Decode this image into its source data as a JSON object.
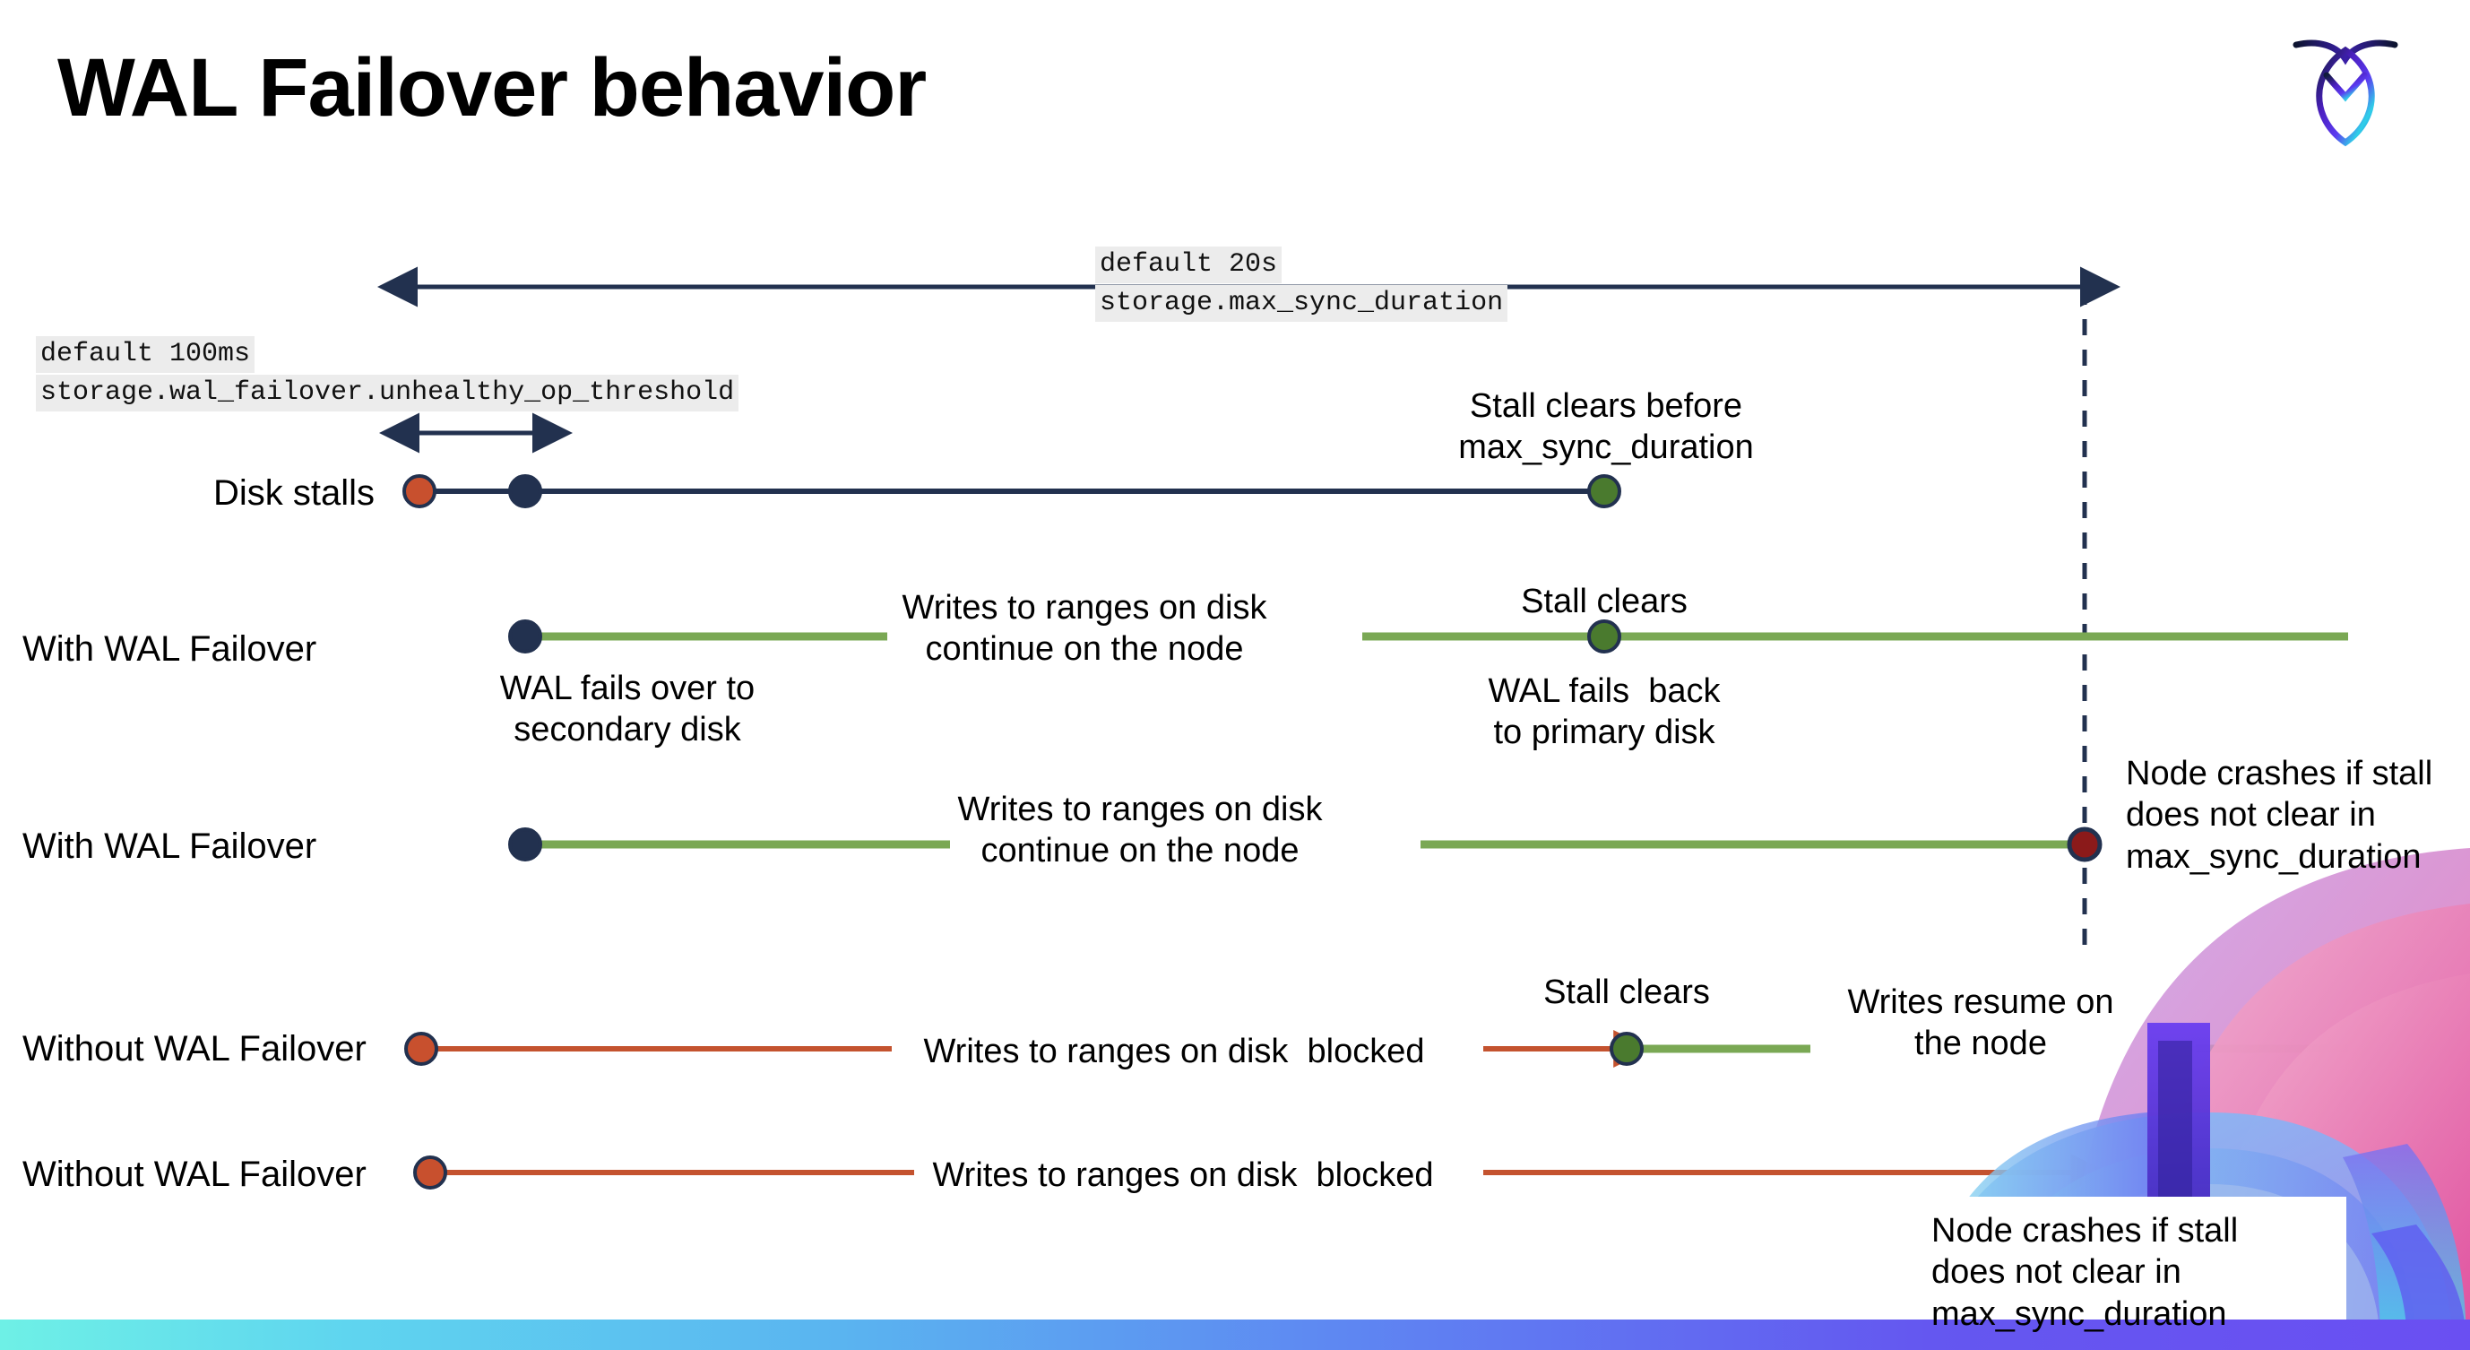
{
  "slide": {
    "title": "WAL Failover behavior",
    "logo_icon": "cockroachdb-logo-icon",
    "background": "#ffffff"
  },
  "colors": {
    "navy": "#22314f",
    "green_line": "#7aa854",
    "green_dot": "#4a7a2e",
    "orange_dot": "#c8502e",
    "orange_line": "#c4532f",
    "red_dot": "#8b1a1a",
    "chip_bg": "#ececec",
    "text": "#000000"
  },
  "settings": {
    "max_sync": {
      "default_label": "default 20s",
      "name_label": "storage.max_sync_duration"
    },
    "unhealthy_op": {
      "default_label": "default 100ms",
      "name_label": "storage.wal_failover.unhealthy_op_threshold"
    }
  },
  "rows": [
    {
      "id": "disk-stalls",
      "label": "Disk stalls",
      "annotations": [
        "Stall clears before\nmax_sync_duration"
      ]
    },
    {
      "id": "with-wal-failover-clears",
      "label": "With WAL Failover",
      "annotations": [
        "Writes to ranges on disk\ncontinue on the node",
        "Stall clears",
        "WAL fails  back\nto primary disk",
        "WAL fails over to\nsecondary disk"
      ]
    },
    {
      "id": "with-wal-failover-crash",
      "label": "With WAL Failover",
      "annotations": [
        "Writes to ranges on disk\ncontinue on the node",
        "Node crashes if stall\ndoes not clear in\nmax_sync_duration"
      ]
    },
    {
      "id": "without-wal-failover-clears",
      "label": "Without WAL Failover",
      "annotations": [
        "Writes to ranges on disk  blocked",
        "Stall clears",
        "Writes resume on\nthe node"
      ]
    },
    {
      "id": "without-wal-failover-crash",
      "label": "Without WAL Failover",
      "annotations": [
        "Writes to ranges on disk  blocked",
        "Node crashes if stall\ndoes not clear in\nmax_sync_duration"
      ]
    }
  ],
  "annotations": {
    "stall_clears_before": "Stall clears before\nmax_sync_duration",
    "wal_fails_over": "WAL fails over to\nsecondary disk",
    "writes_continue_1": "Writes to ranges on disk\ncontinue on the node",
    "stall_clears_1": "Stall clears",
    "wal_fails_back": "WAL fails  back\nto primary disk",
    "writes_continue_2": "Writes to ranges on disk\ncontinue on the node",
    "node_crashes_1": "Node crashes if stall\ndoes not clear in\nmax_sync_duration",
    "writes_blocked_1": "Writes to ranges on disk  blocked",
    "stall_clears_2": "Stall clears",
    "writes_resume": "Writes resume on\nthe node",
    "writes_blocked_2": "Writes to ranges on disk  blocked",
    "node_crashes_2": "Node crashes if stall\ndoes not clear in\nmax_sync_duration"
  }
}
